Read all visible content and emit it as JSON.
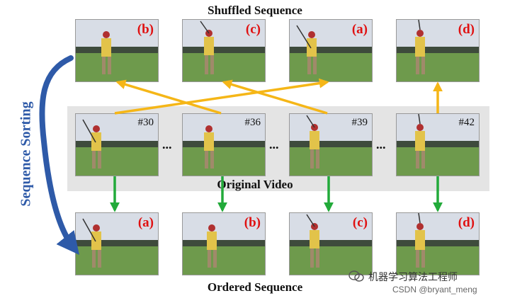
{
  "titles": {
    "shuffled": "Shuffled Sequence",
    "original": "Original Video",
    "ordered": "Ordered Sequence"
  },
  "side_label": "Sequence Sorting",
  "shuffled_row": [
    "(b)",
    "(c)",
    "(a)",
    "(d)"
  ],
  "original_row": [
    "#30",
    "#36",
    "#39",
    "#42"
  ],
  "ordered_row": [
    "(a)",
    "(b)",
    "(c)",
    "(d)"
  ],
  "ellipsis": "...",
  "watermark": {
    "line1": "机器学习算法工程师",
    "line2": "CSDN @bryant_meng"
  },
  "colors": {
    "label_red": "#e01010",
    "shuffle_arrow": "#f5b617",
    "order_arrow": "#22aa3a",
    "sorting_arrow": "#2e5aa8",
    "band": "#e4e4e4"
  },
  "icons": [
    "golfer-frame-image",
    "wechat-icon"
  ]
}
